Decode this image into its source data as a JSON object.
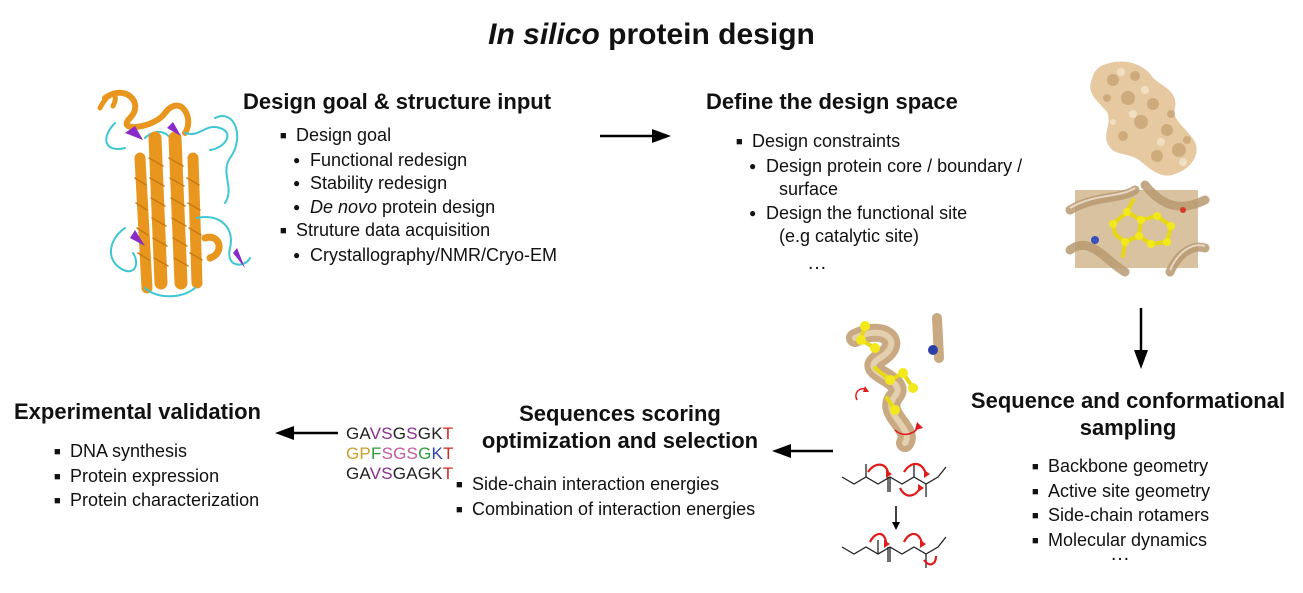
{
  "title": {
    "italic": "In silico",
    "rest": " protein design"
  },
  "panels": {
    "goal": {
      "heading": "Design goal & structure input",
      "items": [
        {
          "level": 1,
          "text": "Design goal"
        },
        {
          "level": 2,
          "text": "Functional redesign"
        },
        {
          "level": 2,
          "text": "Stability redesign"
        },
        {
          "level": 2,
          "italic": "De novo",
          "text": " protein design"
        },
        {
          "level": 1,
          "text": "Struture data acquisition"
        },
        {
          "level": 2,
          "text": "Crystallography/NMR/Cryo-EM"
        }
      ]
    },
    "space": {
      "heading": "Define the design space",
      "items": [
        {
          "level": 1,
          "text": "Design constraints"
        },
        {
          "level": 2,
          "text": "Design protein core / boundary /"
        },
        {
          "level": 3,
          "text": "surface"
        },
        {
          "level": 2,
          "text": "Design the functional site"
        },
        {
          "level": 3,
          "text": "(e.g catalytic site)"
        }
      ],
      "ellipsis": "…"
    },
    "sampling": {
      "heading_line1": "Sequence and conformational",
      "heading_line2": "sampling",
      "items": [
        {
          "level": 1,
          "text": "Backbone geometry"
        },
        {
          "level": 1,
          "text": "Active site geometry"
        },
        {
          "level": 1,
          "text": "Side-chain rotamers"
        },
        {
          "level": 1,
          "text": "Molecular dynamics"
        }
      ],
      "ellipsis": "…"
    },
    "scoring": {
      "heading_line1": "Sequences scoring",
      "heading_line2": "optimization and selection",
      "items": [
        {
          "level": 1,
          "text": "Side-chain interaction energies"
        },
        {
          "level": 1,
          "text": "Combination of interaction energies"
        }
      ]
    },
    "validation": {
      "heading": "Experimental validation",
      "items": [
        {
          "level": 1,
          "text": "DNA synthesis"
        },
        {
          "level": 1,
          "text": "Protein expression"
        },
        {
          "level": 1,
          "text": "Protein characterization"
        }
      ]
    }
  },
  "sequences": [
    [
      {
        "t": "GA",
        "c": "#222222"
      },
      {
        "t": "VS",
        "c": "#8a2b8f"
      },
      {
        "t": "G",
        "c": "#222222"
      },
      {
        "t": "S",
        "c": "#8a2b8f"
      },
      {
        "t": "GK",
        "c": "#222222"
      },
      {
        "t": "T",
        "c": "#d42a20"
      }
    ],
    [
      {
        "t": "GP",
        "c": "#caa12b"
      },
      {
        "t": "F",
        "c": "#2f9b3a"
      },
      {
        "t": "SGS",
        "c": "#c45aa0"
      },
      {
        "t": "G",
        "c": "#2f9b3a"
      },
      {
        "t": "K",
        "c": "#2b3fb5"
      },
      {
        "t": "T",
        "c": "#d42a20"
      }
    ],
    [
      {
        "t": "GA",
        "c": "#222222"
      },
      {
        "t": "VS",
        "c": "#8a2b8f"
      },
      {
        "t": "GAGK",
        "c": "#222222"
      },
      {
        "t": "T",
        "c": "#d42a20"
      }
    ]
  ],
  "colors": {
    "helix_orange": "#e8961e",
    "loop_cyan": "#3ec7d2",
    "strand_purple": "#8a2bc9",
    "surface_tan": "#e6c9a0",
    "ligand_yellow": "#f3e81a",
    "rotation_red": "#e01b1b"
  },
  "icons": {
    "protein_cartoon": "helix-bundle-protein-icon",
    "surface_model": "protein-surface-icon",
    "active_site": "active-site-closeup-icon",
    "helix_closeup": "helix-sidechain-icon",
    "backbone_chem": "backbone-dihedral-icon"
  }
}
